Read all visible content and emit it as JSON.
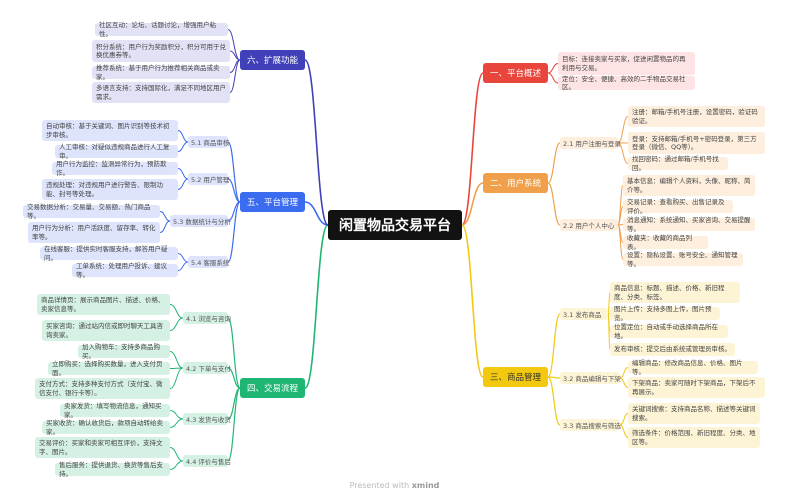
{
  "title": "闲置物品交易平台",
  "footer": {
    "prefix": "Presented with",
    "brand": "xmind"
  },
  "branches": [
    {
      "label": "一、平台概述",
      "color": "#e8453c",
      "light": "#fde3e3",
      "text": "#fff",
      "items": [
        "目标：连接卖家与买家，促进闲置物品的再利用与交易。",
        "定位：安全、便捷、高效的二手物品交易社区。"
      ]
    },
    {
      "label": "二、用户系统",
      "color": "#f0a04b",
      "light": "#fdeedd",
      "text": "#fff",
      "subs": [
        {
          "label": "2.1 用户注册与登录",
          "items": [
            "注册：邮箱/手机号注册，设置密码，验证码验证。",
            "登录：支持邮箱/手机号+密码登录，第三方登录（微信、QQ等）。",
            "找回密码：通过邮箱/手机号找回。"
          ]
        },
        {
          "label": "2.2 用户个人中心",
          "items": [
            "基本信息：编辑个人资料，头像、昵称、简介等。",
            "交易记录：查看购买、出售记录及评价。",
            "消息通知：系统通知、买家咨询、交易提醒等。",
            "收藏夹：收藏的商品列表。",
            "设置：隐私设置、账号安全、通知管理等。"
          ]
        }
      ]
    },
    {
      "label": "三、商品管理",
      "color": "#f2c811",
      "light": "#fdf4d6",
      "text": "#333",
      "subs": [
        {
          "label": "3.1 发布商品",
          "items": [
            "商品信息：标题、描述、价格、新旧程度、分类、标签。",
            "图片上传：支持多图上传，图片预览。",
            "位置定位：自动或手动选择商品所在地。",
            "发布审核：提交后由系统或管理员审核。"
          ]
        },
        {
          "label": "3.2 商品编辑与下架",
          "items": [
            "编辑商品：修改商品信息、价格、图片等。",
            "下架商品：卖家可随时下架商品，下架后不再展示。"
          ]
        },
        {
          "label": "3.3 商品搜索与筛选",
          "items": [
            "关键词搜索：支持商品名称、描述等关键词搜索。",
            "筛选条件：价格范围、新旧程度、分类、地区等。"
          ]
        }
      ]
    },
    {
      "label": "四、交易流程",
      "color": "#1fb673",
      "light": "#d5f1e3",
      "text": "#fff",
      "subs": [
        {
          "label": "4.1 浏览与咨询",
          "items": [
            "商品详情页：展示商品图片、描述、价格、卖家信息等。",
            "买家咨询：通过站内信或即时聊天工具咨询卖家。"
          ]
        },
        {
          "label": "4.2 下单与支付",
          "items": [
            "加入购物车：支持多商品购买。",
            "立即购买：选择购买数量，进入支付页面。",
            "支付方式：支持多种支付方式（支付宝、微信支付、银行卡等）。"
          ]
        },
        {
          "label": "4.3 发货与收货",
          "items": [
            "卖家发货：填写物流信息，通知买家。",
            "买家收货：确认收货后，款项自动转给卖家。"
          ]
        },
        {
          "label": "4.4 评价与售后",
          "items": [
            "交易评价：买家和卖家可相互评价，支持文字、图片。",
            "售后服务：提供退货、换货等售后支持。"
          ]
        }
      ]
    },
    {
      "label": "五、平台管理",
      "color": "#3b6cf0",
      "light": "#dde4fb",
      "text": "#fff",
      "subs": [
        {
          "label": "5.1 商品审核",
          "items": [
            "自动审核：基于关键词、图片识别等技术初步审核。",
            "人工审核：对疑似违规商品进行人工复审。"
          ]
        },
        {
          "label": "5.2 用户管理",
          "items": [
            "用户行为监控：监测异常行为，预防欺诈。",
            "违规处理：对违规用户进行警告、限制功能、封号等处理。"
          ]
        },
        {
          "label": "5.3 数据统计与分析",
          "items": [
            "交易数据分析：交易量、交易额、热门商品等。",
            "用户行为分析：用户活跃度、留存率、转化率等。"
          ]
        },
        {
          "label": "5.4 客服系统",
          "items": [
            "在线客服：提供实时客服支持，解答用户疑问。",
            "工单系统：处理用户投诉、建议等。"
          ]
        }
      ]
    },
    {
      "label": "六、扩展功能",
      "color": "#4040b8",
      "light": "#e2e2f6",
      "text": "#fff",
      "items": [
        "社区互动：论坛、话题讨论，增强用户粘性。",
        "积分系统：用户行为奖励积分，积分可用于兑换优惠券等。",
        "推荐系统：基于用户行为推荐相关商品或卖家。",
        "多语言支持：支持国际化，满足不同地区用户需求。"
      ]
    }
  ]
}
